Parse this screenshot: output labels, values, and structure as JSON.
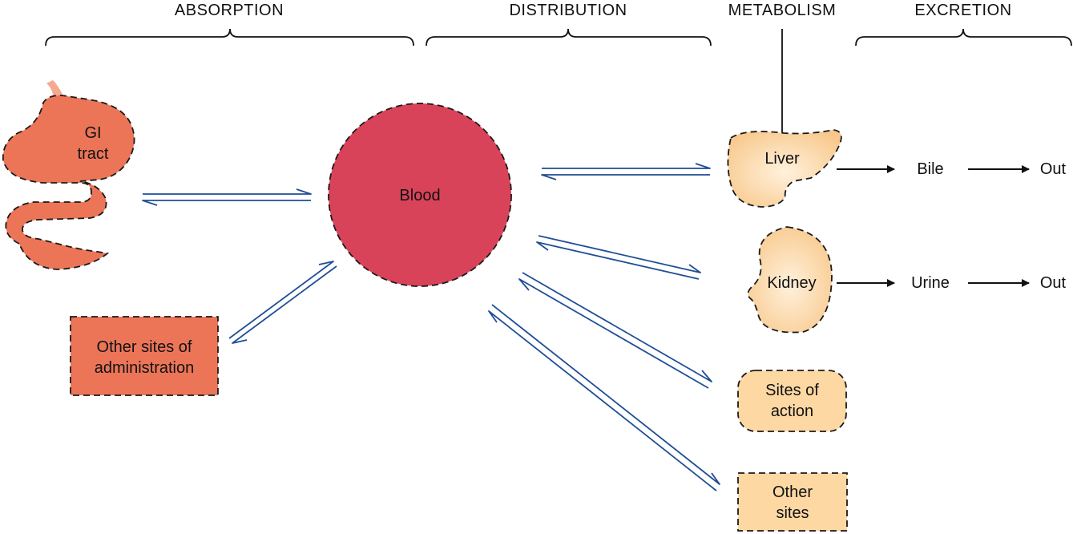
{
  "phases": {
    "absorption": "ABSORPTION",
    "distribution": "DISTRIBUTION",
    "metabolism": "METABOLISM",
    "excretion": "EXCRETION"
  },
  "nodes": {
    "gi_line1": "GI",
    "gi_line2": "tract",
    "other_admin_line1": "Other sites of",
    "other_admin_line2": "administration",
    "blood": "Blood",
    "liver": "Liver",
    "kidney": "Kidney",
    "sites_action_line1": "Sites of",
    "sites_action_line2": "action",
    "other_sites_line1": "Other",
    "other_sites_line2": "sites",
    "bile": "Bile",
    "urine": "Urine",
    "out_bile": "Out",
    "out_urine": "Out"
  },
  "colors": {
    "gi_fill": "#ec7558",
    "other_admin_fill": "#ec7558",
    "blood_fill": "#d9435a",
    "organ_fill": "#fdd8a3",
    "arrow_blue": "#1f4e96",
    "outline": "#1a1a1a"
  }
}
